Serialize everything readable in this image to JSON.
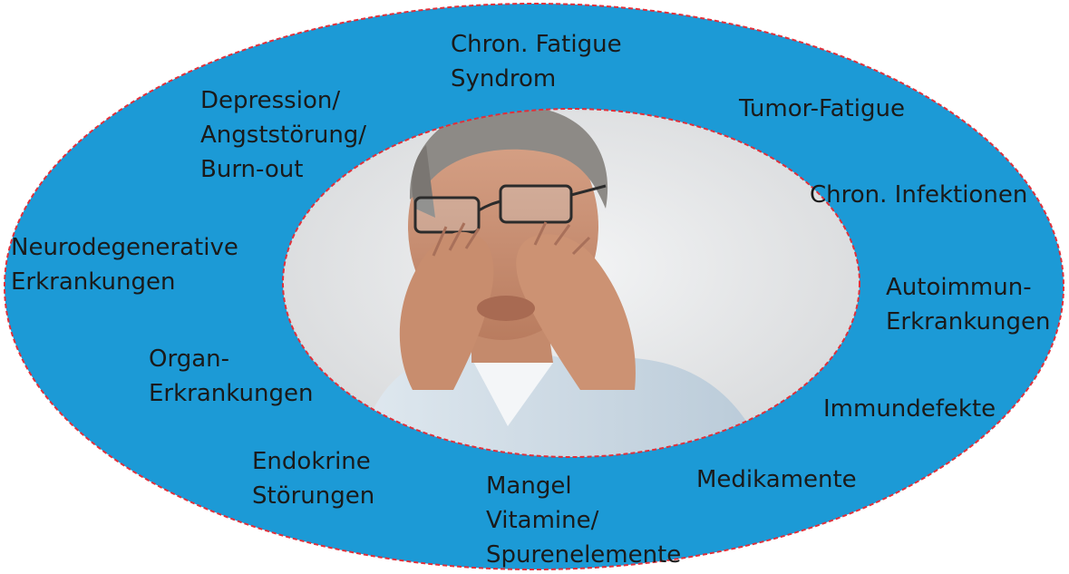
{
  "center_image": {
    "subject": "older man with glasses rubbing his eyes"
  },
  "colors": {
    "outer_ring_fill": "#1c9ad6",
    "ring_border": "#e0303a",
    "page_background": "#ffffff",
    "label_text": "#1a1a1a"
  },
  "labels": {
    "chronic_fatigue": {
      "line1": "Chron. Fatigue",
      "line2": "Syndrom"
    },
    "tumor_fatigue": {
      "line1": "Tumor-Fatigue"
    },
    "chronic_infections": {
      "line1": "Chron. Infektionen"
    },
    "autoimmune": {
      "line1": "Autoimmun-",
      "line2": "Erkrankungen"
    },
    "immune_defects": {
      "line1": "Immundefekte"
    },
    "medications": {
      "line1": "Medikamente"
    },
    "deficiency": {
      "line1": "Mangel",
      "line2": "Vitamine/",
      "line3": "Spurenelemente"
    },
    "endocrine": {
      "line1": "Endokrine",
      "line2": "Störungen"
    },
    "organ": {
      "line1": "Organ-",
      "line2": "Erkrankungen"
    },
    "neurodegenerative": {
      "line1": "Neurodegenerative",
      "line2": "Erkrankungen"
    },
    "depression": {
      "line1": "Depression/",
      "line2": "Angststörung/",
      "line3": "Burn-out"
    }
  }
}
